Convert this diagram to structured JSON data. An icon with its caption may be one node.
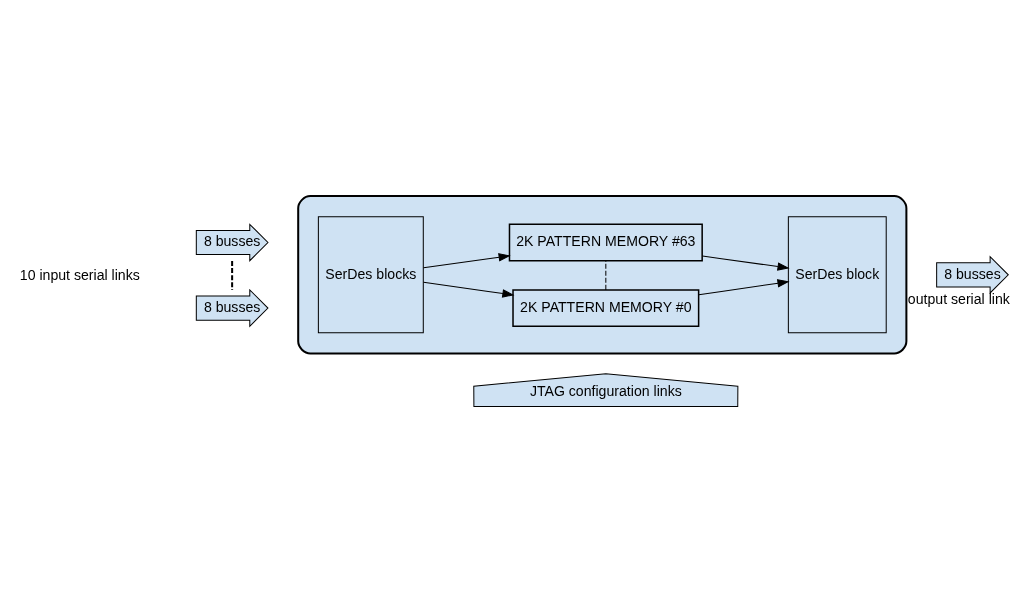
{
  "diagram": {
    "nodes": [
      {
        "text": [],
        "shape": "box"
      },
      {
        "text": [
          "SerDes blocks"
        ],
        "in": 0
      },
      {
        "text": [
          "2K PATTERN MEMORY #0"
        ],
        "in": 0
      },
      {
        "text": [
          "2K PATTERN MEMORY #63"
        ],
        "in": 0
      },
      {
        "text": [
          "SerDes block"
        ],
        "in": 0
      },
      {
        "text": [
          "8 busses"
        ]
      },
      {
        "text": [
          "8 busses"
        ]
      },
      {
        "text": [
          "8 busses"
        ],
        "beside": [
          "output serial link"
        ]
      },
      {
        "text": [
          "JTAG configuration links"
        ]
      }
    ],
    "edges": [
      {
        "from": 1,
        "to": 2,
        "arrow": "to"
      },
      {
        "from": 1,
        "to": 3,
        "arrow": "to"
      },
      {
        "from": 2,
        "to": 4,
        "arrow": "to"
      },
      {
        "from": 3,
        "to": 4,
        "arrow": "to"
      },
      {
        "from": 2,
        "to": 3,
        "arrow": "none",
        "style": "dashed"
      },
      {
        "from": 5,
        "to": 6,
        "arrow": "none",
        "style": "dashed"
      }
    ],
    "labels": [
      "10 input serial links"
    ]
  }
}
